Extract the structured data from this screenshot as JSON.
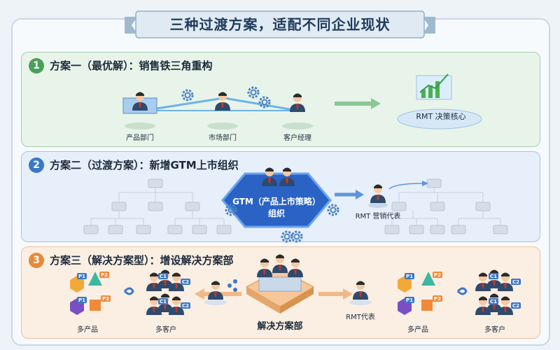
{
  "title": "三种过渡方案，适配不同企业现状",
  "plans": [
    {
      "number": "1",
      "title": "方案一（最优解）：销售铁三角重构",
      "roles": [
        "产品部门",
        "市场部门",
        "客户经理"
      ],
      "core": "RMT 决策核心"
    },
    {
      "number": "2",
      "title": "方案二（过渡方案）：新增GTM上市组织",
      "gtm_line1": "GTM（产品上市策略）",
      "gtm_line2": "组织",
      "rep": "RMT 营销代表"
    },
    {
      "number": "3",
      "title": "方案三（解决方案型）：增设解决方案部",
      "center": "解决方案部",
      "rep": "RMT代表",
      "left_products": "多产品",
      "left_customers": "多客户",
      "right_products": "多产品",
      "right_customers": "多客户",
      "product_tags": [
        "P1",
        "P2",
        "P1",
        "P2"
      ],
      "customer_tags": [
        "C1",
        "C2",
        "C1",
        "C2"
      ]
    }
  ],
  "colors": {
    "green": "#4aa05a",
    "blue": "#3c78c8",
    "orange": "#e58a3a",
    "navy": "#1f3b5c"
  }
}
